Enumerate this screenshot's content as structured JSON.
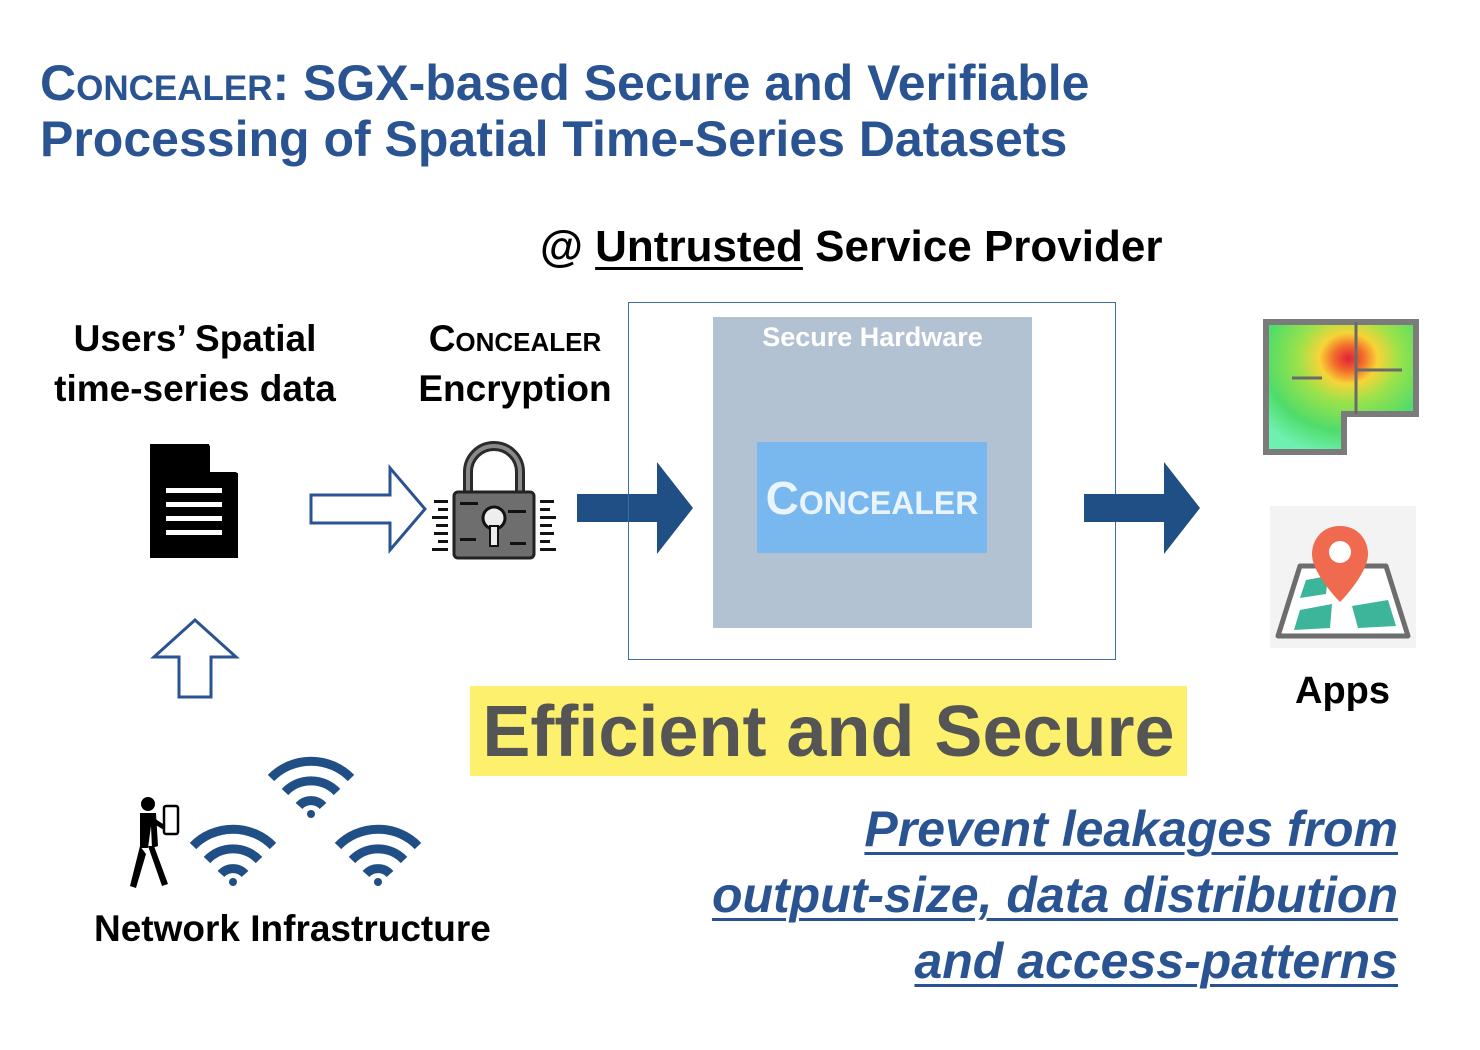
{
  "title": {
    "brand": "Concealer",
    "line1_rest": ": SGX-based Secure and Verifiable",
    "line2": "Processing of Spatial Time-Series Datasets"
  },
  "provider": {
    "prefix": "@ ",
    "untrusted": "Untrusted",
    "suffix": " Service Provider"
  },
  "users_data": {
    "line1": "Users’ Spatial",
    "line2": "time-series data"
  },
  "encryption": {
    "line1": "Concealer",
    "line2": "Encryption"
  },
  "secure_hardware": {
    "label": "Secure Hardware",
    "inner": "Concealer"
  },
  "apps_label": "Apps",
  "efficient_label": "Efficient and Secure",
  "prevent_lines": [
    "Prevent leakages from",
    "output-size, data distribution",
    "and access-patterns"
  ],
  "network_label": "Network Infrastructure",
  "icons": [
    "document-icon",
    "lock-icon",
    "heatmap-icon",
    "map-pin-icon",
    "wifi-icon",
    "person-phone-icon",
    "arrow-right-icon",
    "arrow-up-icon"
  ],
  "colors": {
    "title": "#2a5391",
    "arrow": "#204f85",
    "highlight": "#fdf06c",
    "hardware": "#b2c2d2",
    "concealer_box": "#78b8ee"
  }
}
